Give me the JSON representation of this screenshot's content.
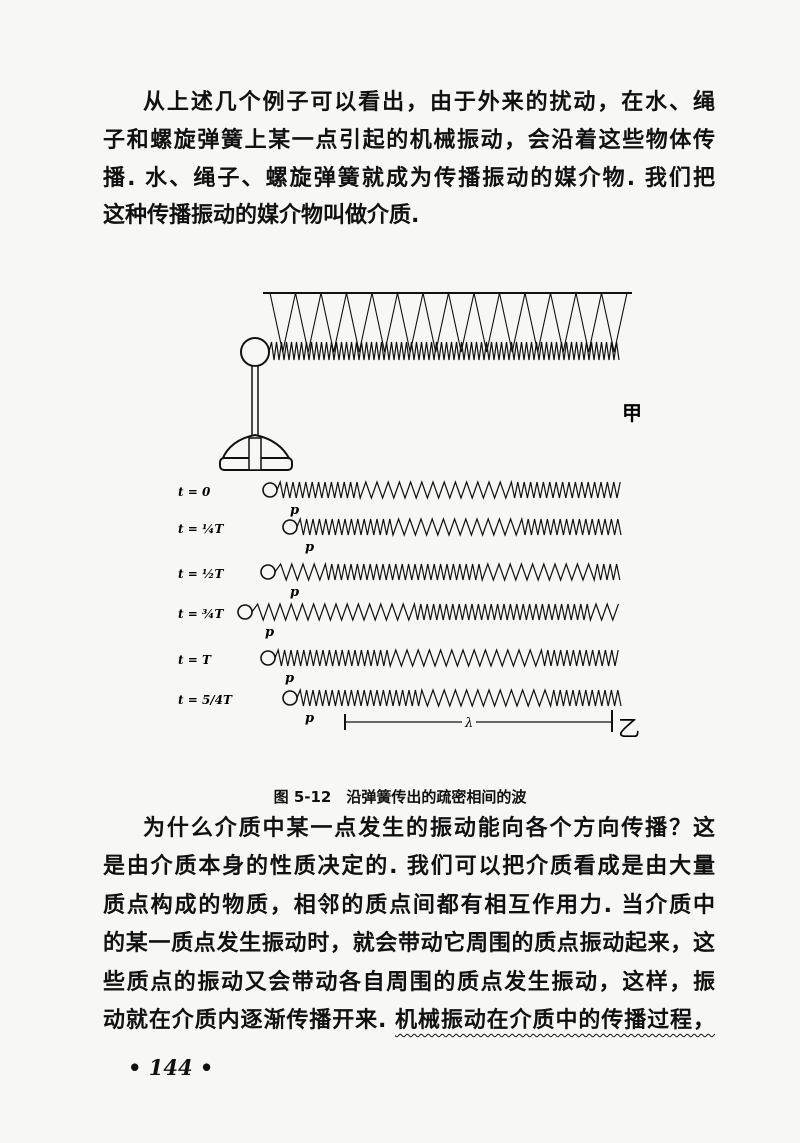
{
  "paragraph1": [
    "从上述几个例子可以看出，由于外来的扰动，在水、绳",
    "子和螺旋弹簧上某一点引起的机械振动，会沿着这些物体传",
    "播. 水、绳子、螺旋弹簧就成为传播振动的媒介物. 我们把",
    "这种传播振动的媒介物叫做介质."
  ],
  "figure": {
    "label_a": "甲",
    "label_b": "乙",
    "point_label": "p",
    "wavelength_label": "λ",
    "rows": [
      {
        "t": "t = 0"
      },
      {
        "t": "t = ¼T"
      },
      {
        "t": "t = ½T"
      },
      {
        "t": "t = ¾T"
      },
      {
        "t": "t = T"
      },
      {
        "t": "t = 5/4T"
      }
    ],
    "caption": "图 5-12　沿弹簧传出的疏密相间的波"
  },
  "paragraph2": [
    "为什么介质中某一点发生的振动能向各个方向传播？这",
    "是由介质本身的性质决定的. 我们可以把介质看成是由大量",
    "质点构成的物质，相邻的质点间都有相互作用力. 当介质中",
    "的某一质点发生振动时，就会带动它周围的质点振动起来，这",
    "些质点的振动又会带动各自周围的质点发生振动，这样，振"
  ],
  "paragraph2_last": {
    "plain": "动就在介质内逐渐传播开来. ",
    "underlined": "机械振动在介质中的传播过程，"
  },
  "page_number": "• 144 •"
}
